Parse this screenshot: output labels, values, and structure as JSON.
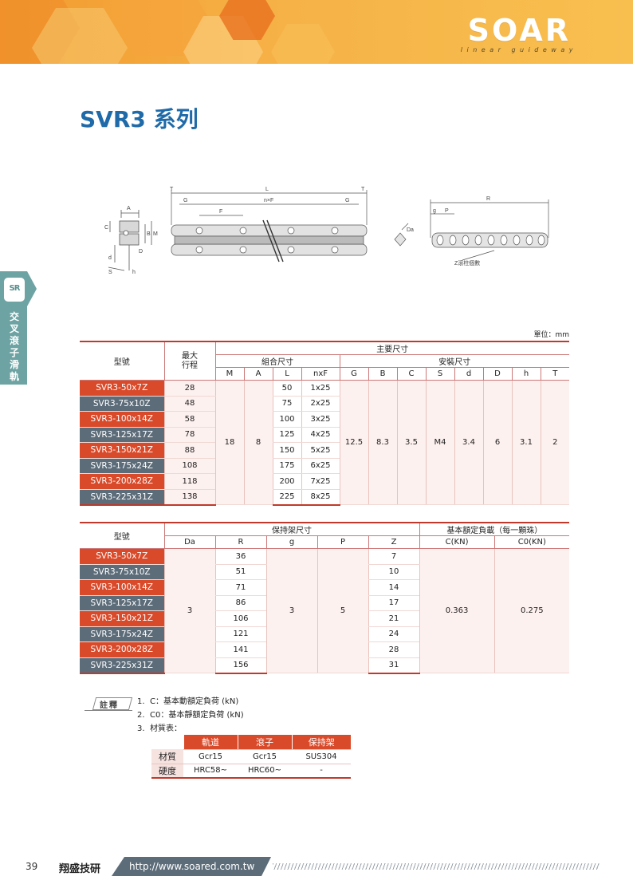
{
  "header": {
    "logo": "SOAR",
    "logo_sub": "linear guideway"
  },
  "side_tab": {
    "badge": "SR",
    "label": "交叉滾子滑軌"
  },
  "title": "SVR3 系列",
  "drawing_labels": {
    "side": [
      "A",
      "C",
      "B",
      "M",
      "D",
      "d",
      "S",
      "h"
    ],
    "front": [
      "T",
      "L",
      "T",
      "G",
      "n×F",
      "G",
      "F"
    ],
    "cage": [
      "R",
      "g",
      "P",
      "Da",
      "Z滾柱個數"
    ]
  },
  "unit": "單位：mm",
  "table1": {
    "model_header": "型號",
    "stroke_header": "最大\n行程",
    "main_header": "主要尺寸",
    "assembly_header": "組合尺寸",
    "install_header": "安裝尺寸",
    "cols": [
      "M",
      "A",
      "L",
      "nxF",
      "G",
      "B",
      "C",
      "S",
      "d",
      "D",
      "h",
      "T"
    ],
    "rows": [
      {
        "model": "SVR3-50x7Z",
        "stroke": "28",
        "L": "50",
        "nxF": "1x25"
      },
      {
        "model": "SVR3-75x10Z",
        "stroke": "48",
        "L": "75",
        "nxF": "2x25"
      },
      {
        "model": "SVR3-100x14Z",
        "stroke": "58",
        "L": "100",
        "nxF": "3x25"
      },
      {
        "model": "SVR3-125x17Z",
        "stroke": "78",
        "L": "125",
        "nxF": "4x25"
      },
      {
        "model": "SVR3-150x21Z",
        "stroke": "88",
        "L": "150",
        "nxF": "5x25"
      },
      {
        "model": "SVR3-175x24Z",
        "stroke": "108",
        "L": "175",
        "nxF": "6x25"
      },
      {
        "model": "SVR3-200x28Z",
        "stroke": "118",
        "L": "200",
        "nxF": "7x25"
      },
      {
        "model": "SVR3-225x31Z",
        "stroke": "138",
        "L": "225",
        "nxF": "8x25"
      }
    ],
    "common": {
      "M": "18",
      "A": "8",
      "G": "12.5",
      "B": "8.3",
      "C": "3.5",
      "S": "M4",
      "d": "3.4",
      "D": "6",
      "h": "3.1",
      "T": "2"
    }
  },
  "table2": {
    "model_header": "型號",
    "cage_header": "保持架尺寸",
    "load_header": "基本額定負載（每一顆珠）",
    "cols": [
      "Da",
      "R",
      "g",
      "P",
      "Z",
      "C(KN)",
      "C0(KN)"
    ],
    "rows": [
      {
        "model": "SVR3-50x7Z",
        "R": "36",
        "Z": "7"
      },
      {
        "model": "SVR3-75x10Z",
        "R": "51",
        "Z": "10"
      },
      {
        "model": "SVR3-100x14Z",
        "R": "71",
        "Z": "14"
      },
      {
        "model": "SVR3-125x17Z",
        "R": "86",
        "Z": "17"
      },
      {
        "model": "SVR3-150x21Z",
        "R": "106",
        "Z": "21"
      },
      {
        "model": "SVR3-175x24Z",
        "R": "121",
        "Z": "24"
      },
      {
        "model": "SVR3-200x28Z",
        "R": "141",
        "Z": "28"
      },
      {
        "model": "SVR3-225x31Z",
        "R": "156",
        "Z": "31"
      }
    ],
    "common": {
      "Da": "3",
      "g": "3",
      "P": "5",
      "C": "0.363",
      "C0": "0.275"
    }
  },
  "notes": {
    "badge": "註釋",
    "items": [
      "C：基本動額定負荷 (kN)",
      "C0：基本靜額定負荷 (kN)",
      "材質表："
    ],
    "numbers": [
      "1.",
      "2.",
      "3."
    ]
  },
  "materials": {
    "headers": [
      "軌道",
      "滾子",
      "保持架"
    ],
    "rows": [
      {
        "label": "材質",
        "values": [
          "Gcr15",
          "Gcr15",
          "SUS304"
        ]
      },
      {
        "label": "硬度",
        "values": [
          "HRC58~",
          "HRC60~",
          "-"
        ]
      }
    ]
  },
  "footer": {
    "page": "39",
    "company": "翔盛技研",
    "url": "http://www.soared.com.tw"
  },
  "colors": {
    "accent_red": "#d94a2a",
    "slate": "#5c6c79",
    "title_blue": "#1f6aa8",
    "teal": "#6ea3a3",
    "orange": "#f29a2e"
  }
}
